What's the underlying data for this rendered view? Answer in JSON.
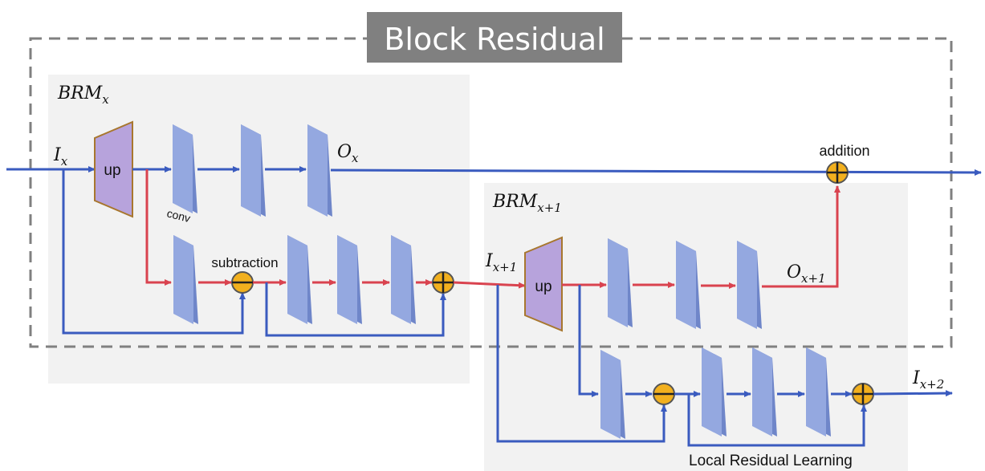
{
  "title": "Block Residual",
  "modules": {
    "brm_x": {
      "base": "BRM",
      "sub": "x"
    },
    "brm_x1": {
      "base": "BRM",
      "sub": "x+1"
    }
  },
  "signals": {
    "i_x": {
      "base": "I",
      "sub": "x"
    },
    "o_x": {
      "base": "O",
      "sub": "x"
    },
    "i_x1": {
      "base": "I",
      "sub": "x+1"
    },
    "o_x1": {
      "base": "O",
      "sub": "x+1"
    },
    "i_x2": {
      "base": "I",
      "sub": "x+2"
    }
  },
  "labels": {
    "up": "up",
    "conv": "conv",
    "subtraction": "subtraction",
    "addition": "addition",
    "local_residual": "Local Residual Learning"
  },
  "colors": {
    "blue_line": "#3a5bbf",
    "red_line": "#d9434f",
    "conv_block": "#94a8e0",
    "conv_block_side": "#6f86c9",
    "up_fill": "#b7a3dc",
    "up_border": "#a8772e",
    "op_fill": "#f2b01e",
    "op_border": "#555555",
    "module_bg": "#f2f2f2",
    "title_bg": "#808080",
    "dashed_border": "#808080"
  }
}
